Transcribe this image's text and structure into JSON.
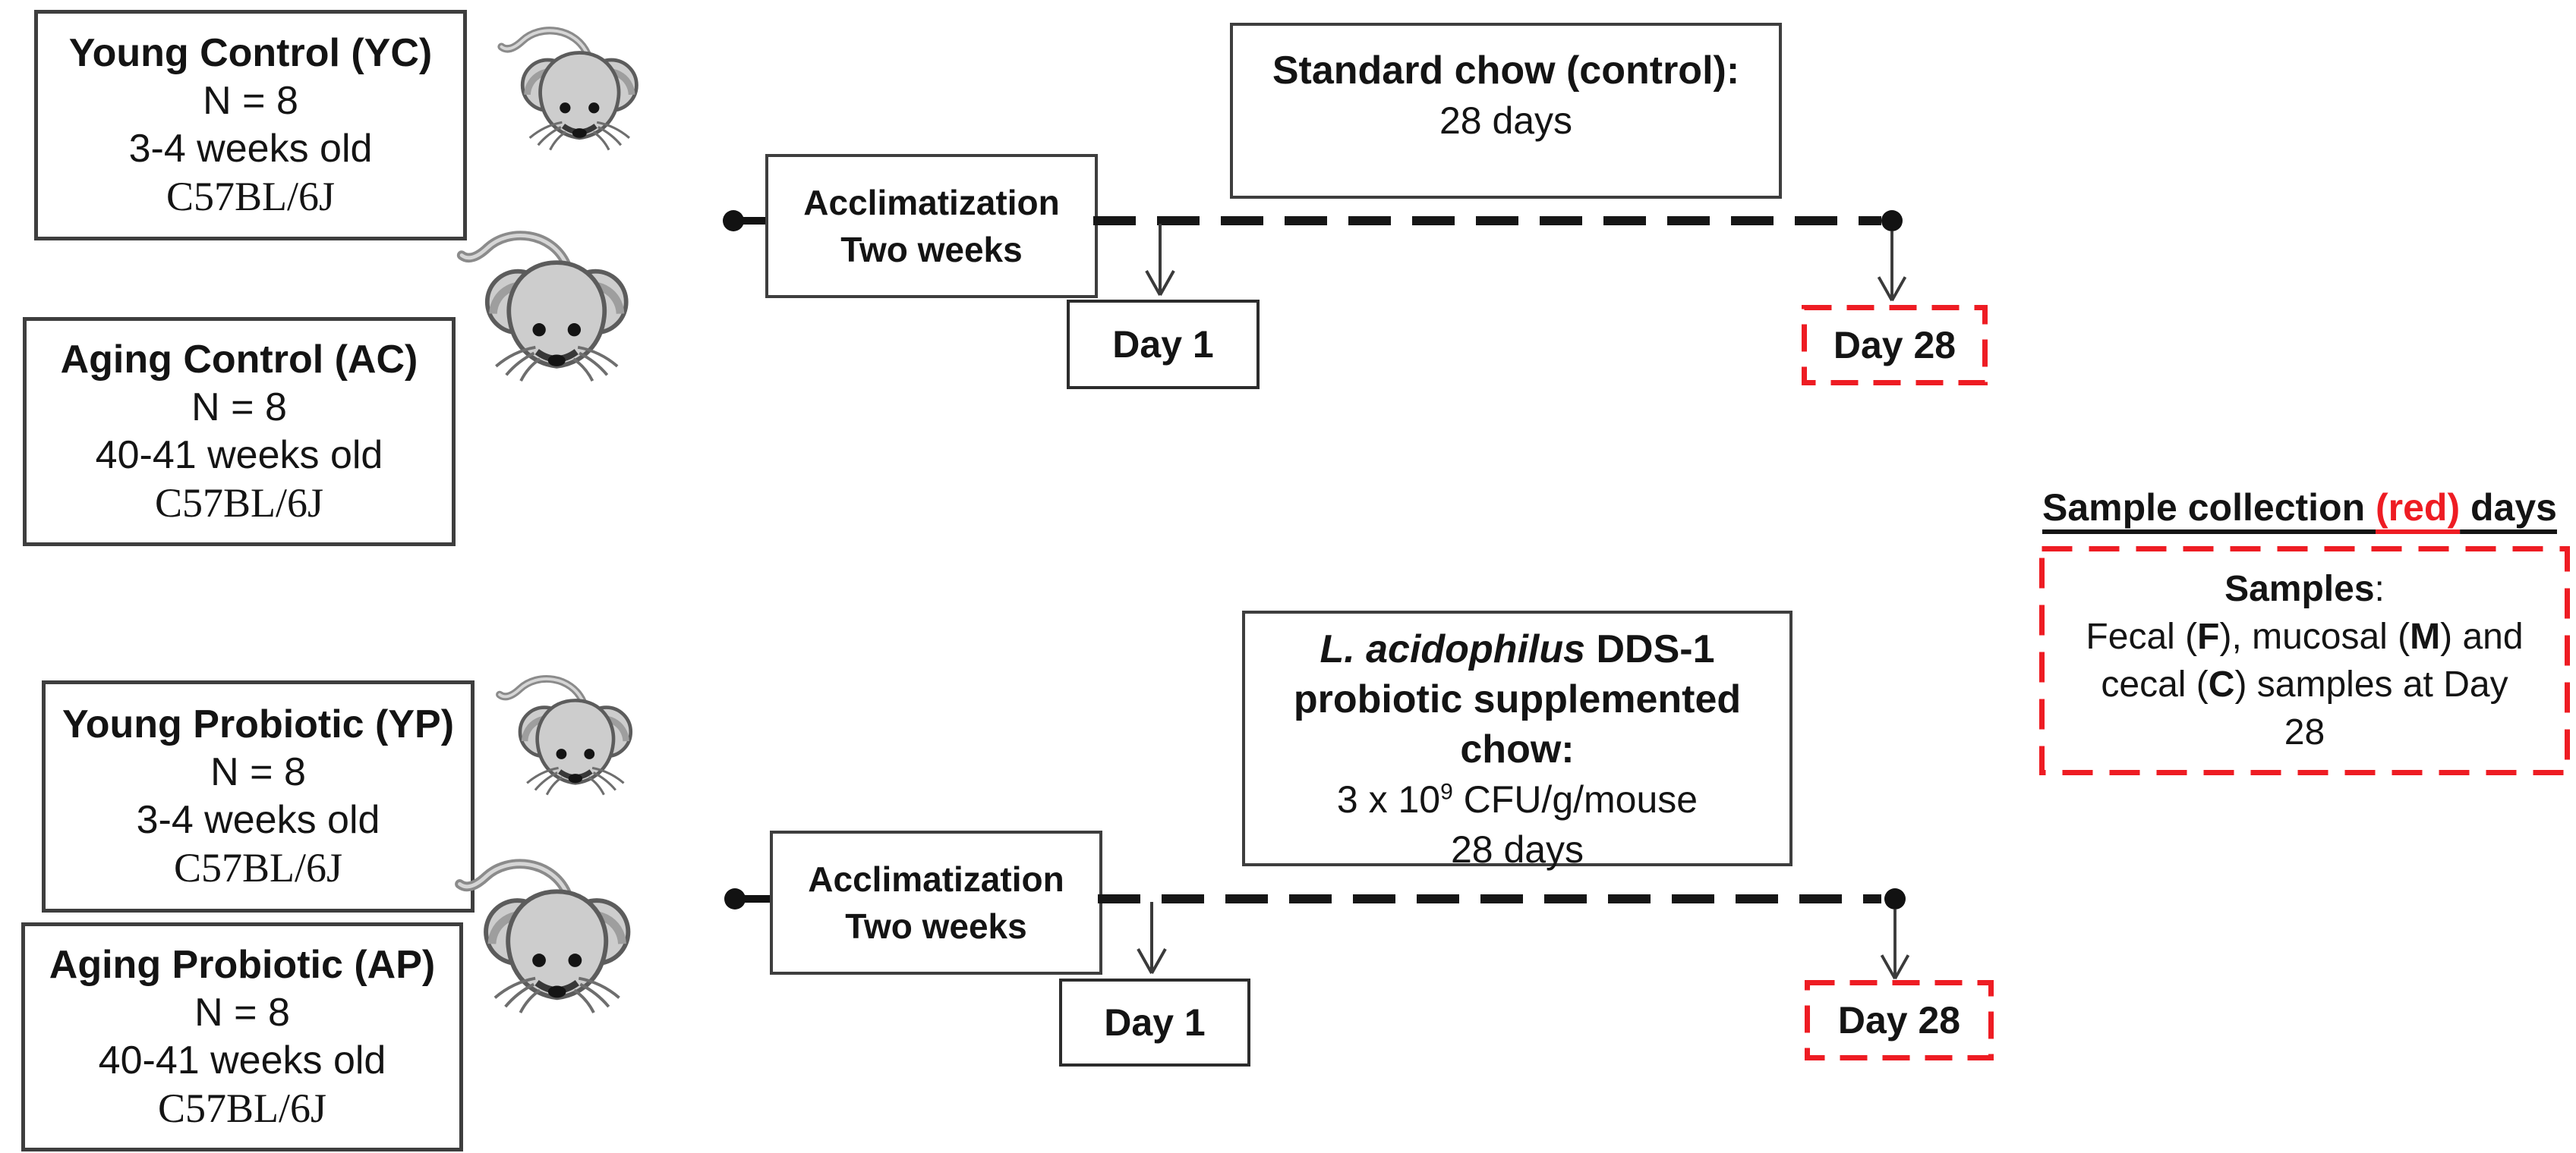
{
  "colors": {
    "accent_red": "#ee1c23",
    "text_black": "#141414",
    "box_border_gray": "#3e3e3e",
    "mouse_body_gray": "#cdcdcd",
    "mouse_outline_gray": "#5c5c5c"
  },
  "icons": {
    "mouse": "mouse-icon (cartoon top-view lab mouse, gray)",
    "timeline_start_dot": "filled-circle-icon",
    "timeline_end_dot": "filled-circle-icon",
    "day_marker_arrow": "down-open-arrow-icon"
  },
  "groups": [
    {
      "title": "Young Control (YC)",
      "n": "N = 8",
      "age": "3-4 weeks old",
      "strain": "C57BL/6J",
      "mouse_size": "small"
    },
    {
      "title": "Aging Control (AC)",
      "n": "N = 8",
      "age": "40-41 weeks old",
      "strain": "C57BL/6J",
      "mouse_size": "large"
    },
    {
      "title": "Young Probiotic (YP)",
      "n": "N = 8",
      "age": "3-4 weeks old",
      "strain": "C57BL/6J",
      "mouse_size": "small"
    },
    {
      "title": "Aging Probiotic (AP)",
      "n": "N = 8",
      "age": "40-41 weeks old",
      "strain": "C57BL/6J",
      "mouse_size": "large"
    }
  ],
  "timelines": [
    {
      "acclim_line1": "Acclimatization",
      "acclim_line2": "Two weeks",
      "day1": "Day 1",
      "day28": "Day 28"
    },
    {
      "acclim_line1": "Acclimatization",
      "acclim_line2": "Two weeks",
      "day1": "Day 1",
      "day28": "Day 28"
    }
  ],
  "standard_chow": {
    "line1": "Standard chow (control):",
    "line2": "28 days"
  },
  "probiotic_chow": {
    "line1_italic": "L. acidophilus",
    "line1_rest": " DDS-1",
    "line2": "probiotic supplemented",
    "line3": "chow:",
    "line4_pre": "3 x 10",
    "line4_sup": "9",
    "line4_post": " CFU/g/mouse",
    "line5": "28 days"
  },
  "sample_collection": {
    "heading_part1": "Sample collection ",
    "heading_red": "(red)",
    "heading_part2": " days",
    "box_title": "Samples",
    "box_title_colon": ":",
    "line2_seg1": "Fecal (",
    "line2_b1": "F",
    "line2_seg2": "), mucosal (",
    "line2_b2": "M",
    "line2_seg3": ") and",
    "line3_seg1": "cecal (",
    "line3_b1": "C",
    "line3_seg2": ") samples at Day",
    "line4": "28"
  }
}
